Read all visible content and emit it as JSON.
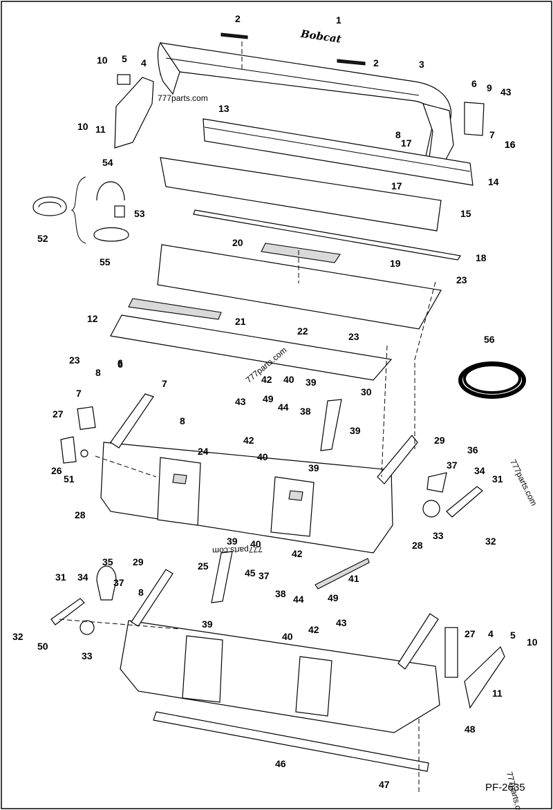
{
  "figure_code": "PF-2635",
  "brand_mark": "Bobcat",
  "watermarks": [
    "777parts.com",
    "777parts.com",
    "777parts.com",
    "777parts.com",
    "777parts.com"
  ],
  "callouts": [
    "1",
    "2",
    "2",
    "3",
    "4",
    "5",
    "6",
    "7",
    "8",
    "9",
    "10",
    "10",
    "11",
    "12",
    "13",
    "14",
    "15",
    "16",
    "17",
    "17",
    "18",
    "19",
    "20",
    "21",
    "22",
    "23",
    "23",
    "23",
    "24",
    "25",
    "26",
    "27",
    "27",
    "28",
    "28",
    "29",
    "29",
    "30",
    "31",
    "31",
    "32",
    "32",
    "33",
    "33",
    "34",
    "34",
    "35",
    "36",
    "37",
    "37",
    "37",
    "38",
    "38",
    "39",
    "39",
    "39",
    "39",
    "39",
    "40",
    "40",
    "40",
    "40",
    "41",
    "42",
    "42",
    "42",
    "42",
    "43",
    "43",
    "43",
    "44",
    "44",
    "45",
    "46",
    "47",
    "48",
    "49",
    "49",
    "50",
    "51",
    "52",
    "53",
    "54",
    "55",
    "56",
    "4",
    "5",
    "6",
    "7",
    "8",
    "8",
    "8",
    "10",
    "11",
    "6",
    "7",
    "16"
  ]
}
